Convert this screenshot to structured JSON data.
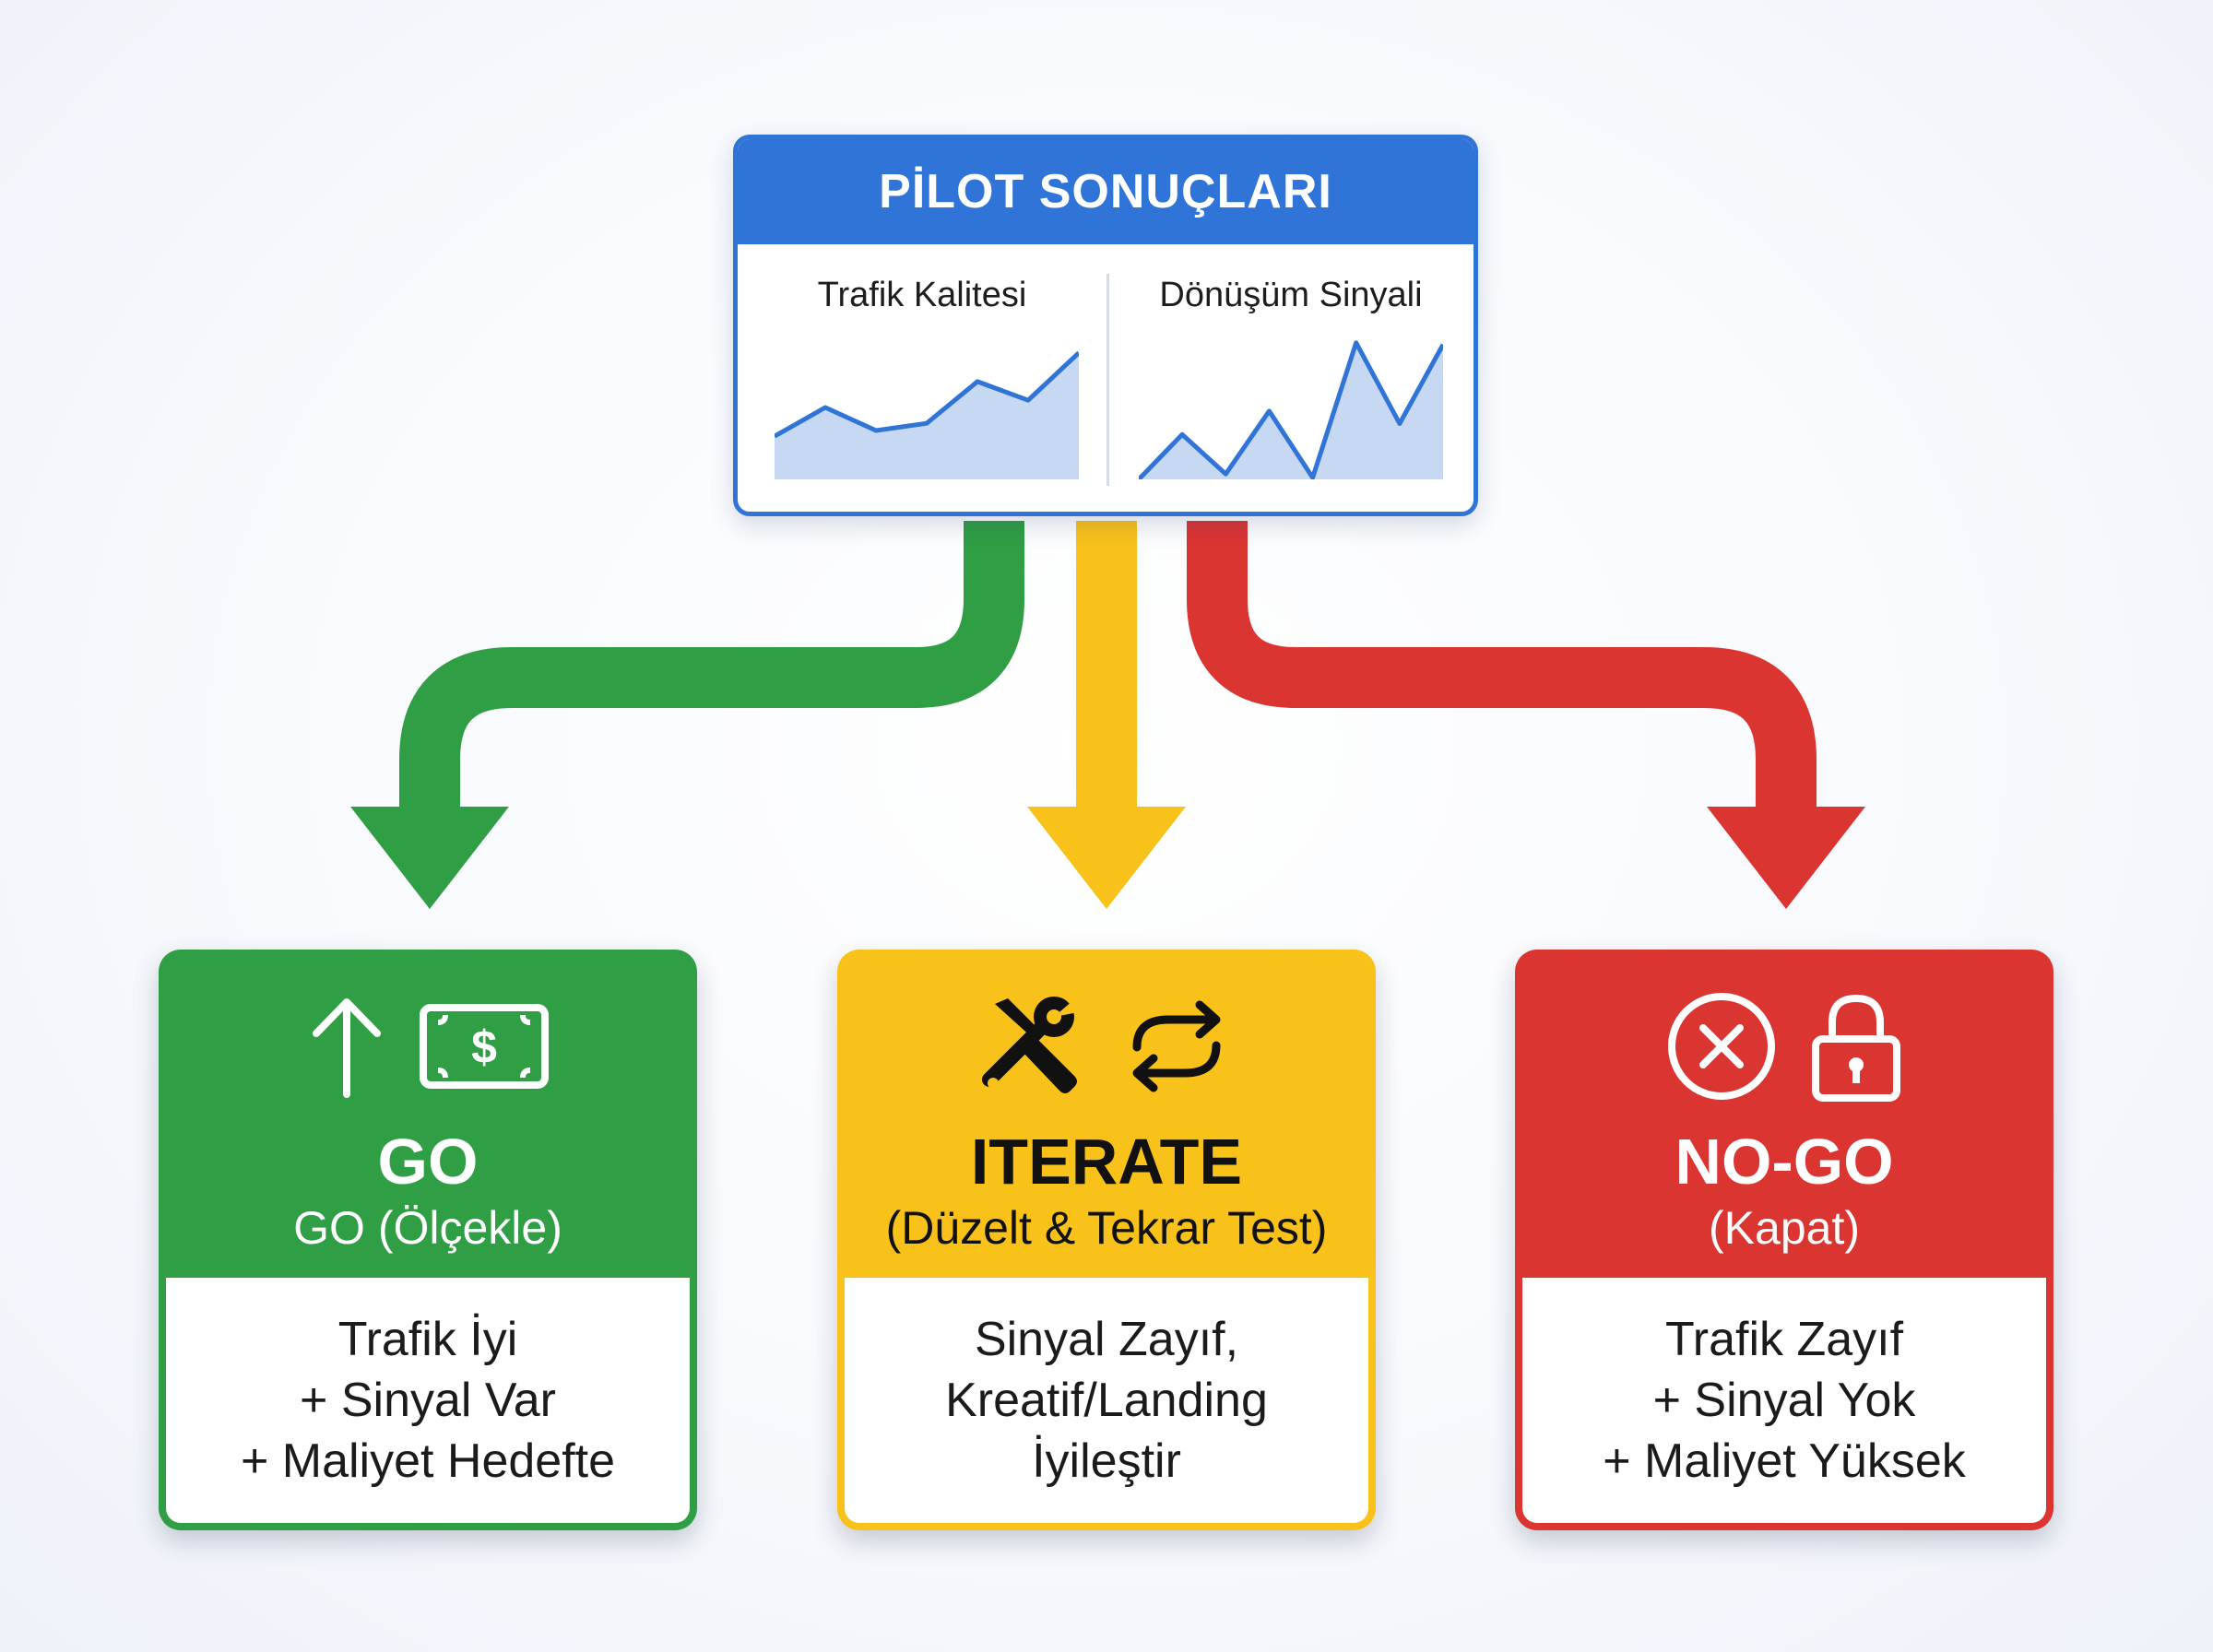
{
  "colors": {
    "blue": "#2f74d6",
    "green": "#2f9e44",
    "yellow": "#f8c21a",
    "red": "#db3532",
    "chart_fill": "#c7d8f2",
    "chart_line": "#2f74d6"
  },
  "pilot": {
    "title": "PİLOT SONUÇLARI",
    "left_chart_title": "Trafik Kalitesi",
    "right_chart_title": "Dönüşüm Sinyali"
  },
  "chart_data": [
    {
      "type": "area",
      "title": "Trafik Kalitesi",
      "xlabel": "",
      "ylabel": "",
      "series": [
        {
          "values": [
            3,
            5,
            3.4,
            3.9,
            6.8,
            5.5,
            8.8
          ]
        }
      ],
      "ylim": [
        0,
        10
      ],
      "grid": false
    },
    {
      "type": "area",
      "title": "Dönüşüm Sinyali",
      "xlabel": "",
      "ylabel": "",
      "series": [
        {
          "values": [
            0,
            2.5,
            0.3,
            3.8,
            0.1,
            7.6,
            3.1,
            7.5
          ]
        }
      ],
      "ylim": [
        0,
        8
      ],
      "grid": false
    }
  ],
  "outcomes": [
    {
      "key": "go",
      "title": "GO",
      "subtitle": "GO (Ölçekle)",
      "icons": [
        "arrow-up-icon",
        "money-bill-icon"
      ],
      "lines": [
        "Trafik İyi",
        "+ Sinyal Var",
        "+ Maliyet Hedefte"
      ]
    },
    {
      "key": "iterate",
      "title": "ITERATE",
      "subtitle": "(Düzelt & Tekrar Test)",
      "icons": [
        "tools-icon",
        "repeat-icon"
      ],
      "lines": [
        "Sinyal Zayıf,",
        "Kreatif/Landing",
        "İyileştir"
      ]
    },
    {
      "key": "nogo",
      "title": "NO-GO",
      "subtitle": "(Kapat)",
      "icons": [
        "x-circle-icon",
        "lock-icon"
      ],
      "lines": [
        "Trafik Zayıf",
        "+ Sinyal Yok",
        "+ Maliyet Yüksek"
      ]
    }
  ]
}
